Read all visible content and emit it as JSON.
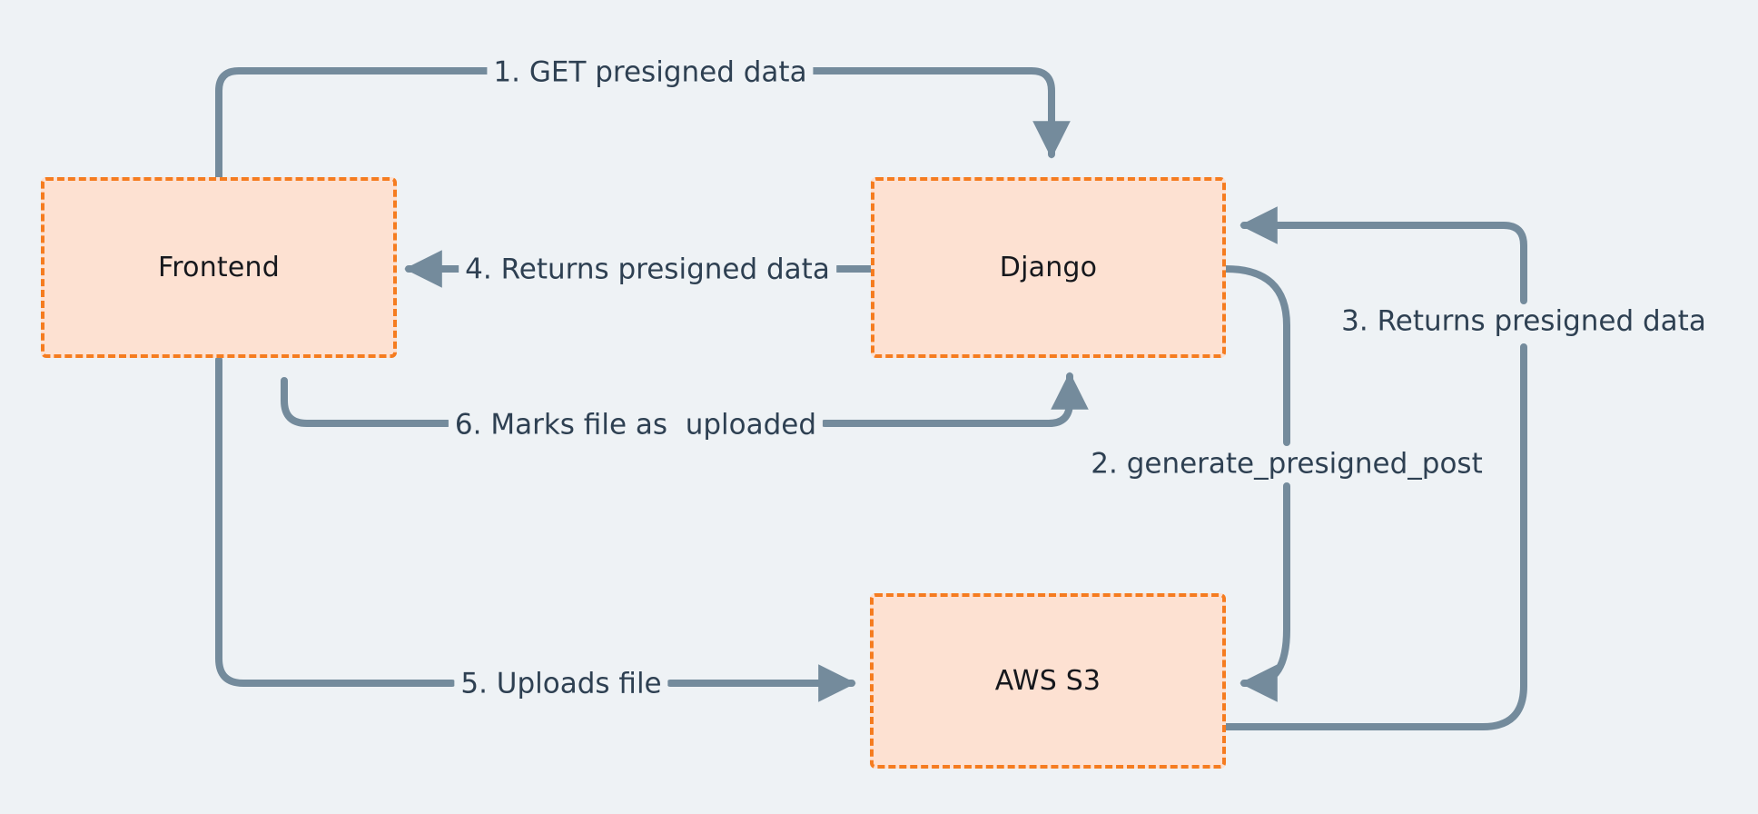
{
  "diagram": {
    "title": "Presigned S3 upload flow",
    "background_color": "#eef2f5",
    "node_fill": "#fde1d2",
    "node_border": "#f57c20",
    "connector_color": "#748b9c",
    "label_color": "#2e4052",
    "nodes": [
      {
        "id": "frontend",
        "label": "Frontend"
      },
      {
        "id": "django",
        "label": "Django"
      },
      {
        "id": "s3",
        "label": "AWS S3"
      }
    ],
    "edges": [
      {
        "id": "e1",
        "label": "1. GET presigned data",
        "from": "frontend",
        "to": "django"
      },
      {
        "id": "e2",
        "label": "2. generate_presigned_post",
        "from": "django",
        "to": "s3"
      },
      {
        "id": "e3",
        "label": "3. Returns presigned data",
        "from": "s3",
        "to": "django"
      },
      {
        "id": "e4",
        "label": "4. Returns presigned data",
        "from": "django",
        "to": "frontend"
      },
      {
        "id": "e5",
        "label": "5. Uploads file",
        "from": "frontend",
        "to": "s3"
      },
      {
        "id": "e6",
        "label": "6. Marks file as  uploaded",
        "from": "frontend",
        "to": "django"
      }
    ]
  }
}
